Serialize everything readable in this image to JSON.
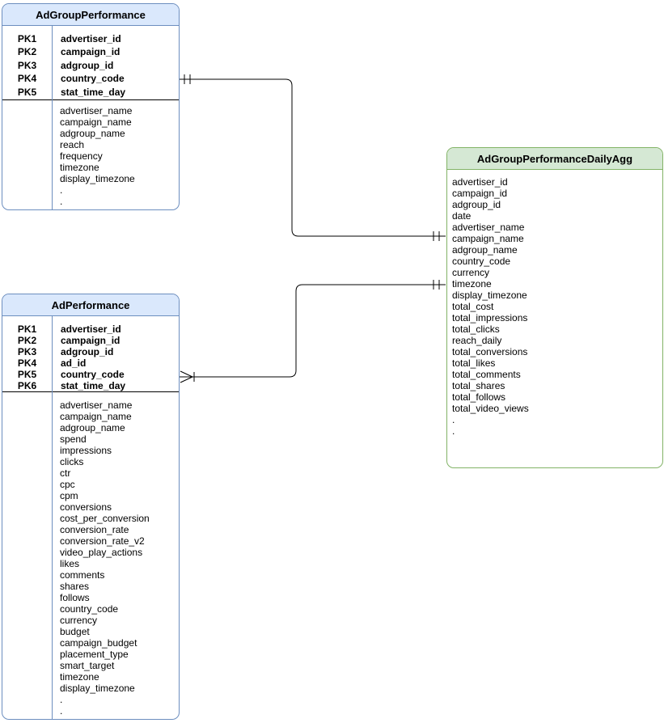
{
  "diagram": {
    "type": "entity-relationship",
    "connector_color": "#000000",
    "tables": [
      {
        "id": "ad_group_performance",
        "title": "AdGroupPerformance",
        "colors": {
          "header_fill": "#dae8fc",
          "border": "#6c8ebf"
        },
        "primary_keys": [
          {
            "key": "PK1",
            "field": "advertiser_id"
          },
          {
            "key": "PK2",
            "field": "campaign_id"
          },
          {
            "key": "PK3",
            "field": "adgroup_id"
          },
          {
            "key": "PK4",
            "field": "country_code"
          },
          {
            "key": "PK5",
            "field": "stat_time_day"
          }
        ],
        "fields": [
          "advertiser_name",
          "campaign_name",
          "adgroup_name",
          "reach",
          "frequency",
          "timezone",
          "display_timezone",
          ".",
          "."
        ]
      },
      {
        "id": "ad_performance",
        "title": "AdPerformance",
        "colors": {
          "header_fill": "#dae8fc",
          "border": "#6c8ebf"
        },
        "primary_keys": [
          {
            "key": "PK1",
            "field": "advertiser_id"
          },
          {
            "key": "PK2",
            "field": "campaign_id"
          },
          {
            "key": "PK3",
            "field": "adgroup_id"
          },
          {
            "key": "PK4",
            "field": "ad_id"
          },
          {
            "key": "PK5",
            "field": "country_code"
          },
          {
            "key": "PK6",
            "field": "stat_time_day"
          }
        ],
        "fields": [
          "advertiser_name",
          "campaign_name",
          "adgroup_name",
          "spend",
          "impressions",
          "clicks",
          "ctr",
          "cpc",
          "cpm",
          "conversions",
          "cost_per_conversion",
          "conversion_rate",
          "conversion_rate_v2",
          "video_play_actions",
          "likes",
          "comments",
          "shares",
          "follows",
          "country_code",
          "currency",
          "budget",
          "campaign_budget",
          "placement_type",
          "smart_target",
          "timezone",
          "display_timezone",
          ".",
          "."
        ]
      },
      {
        "id": "ad_group_performance_daily_agg",
        "title": "AdGroupPerformanceDailyAgg",
        "colors": {
          "header_fill": "#d5e8d4",
          "border": "#82b366"
        },
        "primary_keys": [],
        "fields": [
          "advertiser_id",
          "campaign_id",
          "adgroup_id",
          "date",
          "advertiser_name",
          "campaign_name",
          "adgroup_name",
          "country_code",
          "currency",
          "timezone",
          "display_timezone",
          "total_cost",
          "total_impressions",
          "total_clicks",
          "reach_daily",
          "total_conversions",
          "total_likes",
          "total_comments",
          "total_shares",
          "total_follows",
          "total_video_views",
          ".",
          "."
        ]
      }
    ],
    "relationships": [
      {
        "from": "AdGroupPerformance",
        "to": "AdGroupPerformanceDailyAgg",
        "from_cardinality": "exactly-one",
        "to_cardinality": "exactly-one"
      },
      {
        "from": "AdPerformance",
        "to": "AdGroupPerformanceDailyAgg",
        "from_cardinality": "one-or-many",
        "to_cardinality": "exactly-one"
      }
    ]
  }
}
